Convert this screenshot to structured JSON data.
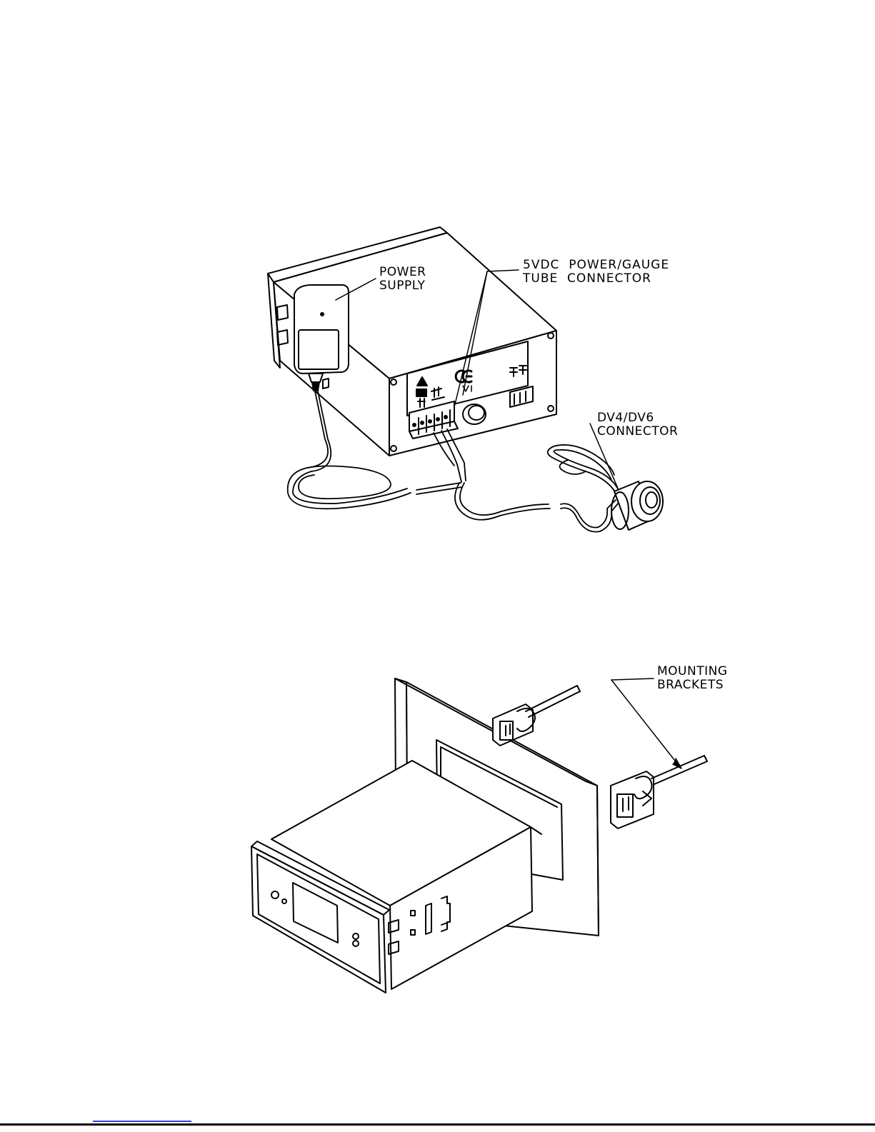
{
  "figure_top": {
    "labels": {
      "power_supply": [
        "POWER",
        "SUPPLY"
      ],
      "power_gauge_connector": [
        "5VDC  POWER/GAUGE",
        "TUBE  CONNECTOR"
      ],
      "dv_connector": [
        "DV4/DV6",
        "CONNECTOR"
      ]
    }
  },
  "figure_bottom": {
    "labels": {
      "mounting_brackets": [
        "MOUNTING",
        "BRACKETS"
      ]
    }
  },
  "colors": {
    "ink": "#000000",
    "paper": "#ffffff",
    "footer_link": "#2b3fd6"
  }
}
